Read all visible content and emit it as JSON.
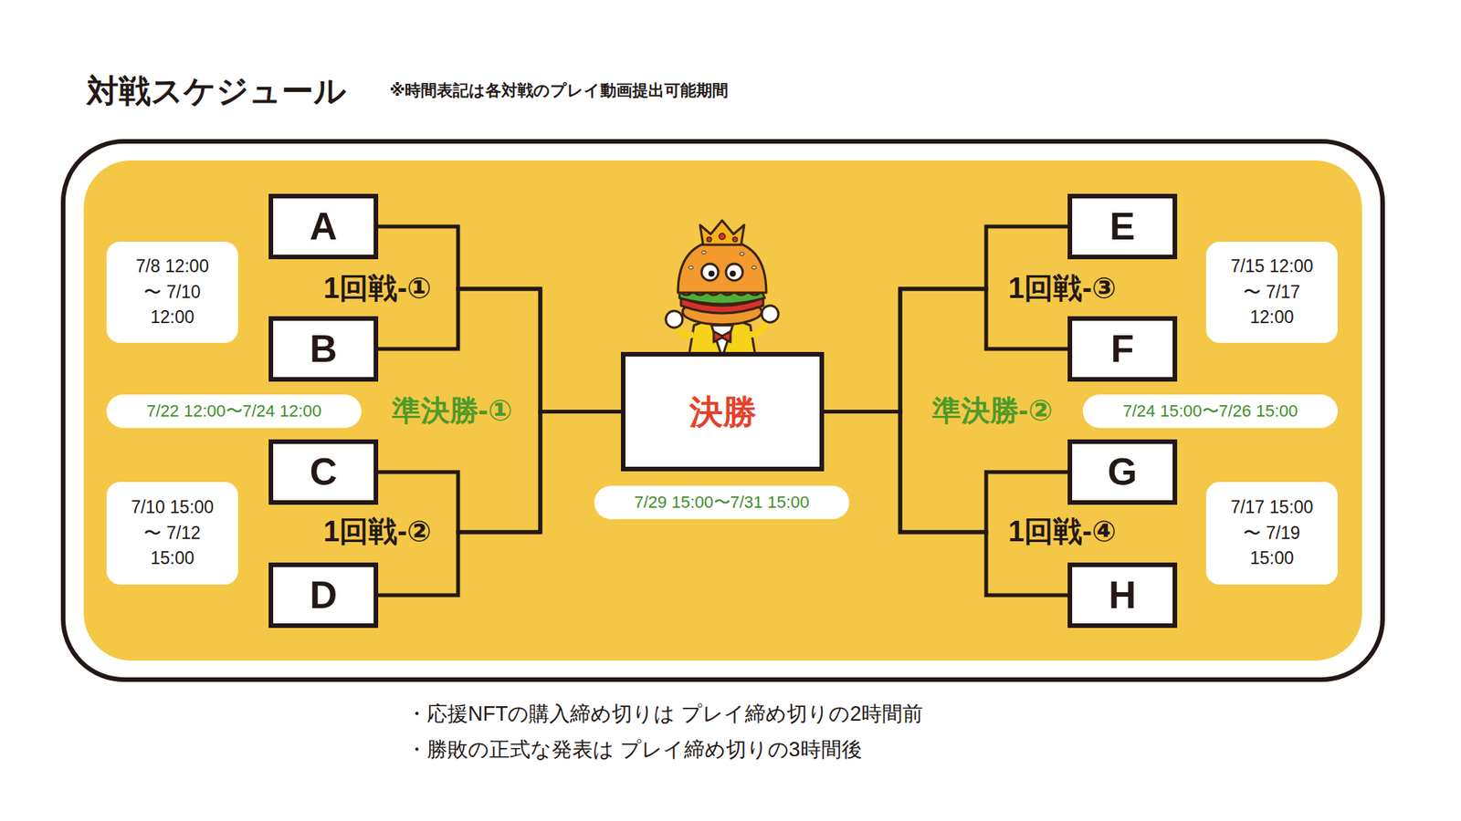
{
  "diagram": {
    "title": "対戦スケジュール",
    "nodes": [
      {
        "text": [
          "A"
        ]
      },
      {
        "text": [
          "B"
        ]
      },
      {
        "text": [
          "C"
        ]
      },
      {
        "text": [
          "D"
        ]
      },
      {
        "text": [
          "E"
        ]
      },
      {
        "text": [
          "F"
        ]
      },
      {
        "text": [
          "G"
        ]
      },
      {
        "text": [
          "H"
        ]
      },
      {
        "text": [
          "決勝"
        ]
      },
      {
        "text": [
          "7/8 12:00 〜 7/10 12:00"
        ]
      },
      {
        "text": [
          "7/10 15:00 〜 7/12 15:00"
        ]
      },
      {
        "text": [
          "7/15 12:00 〜 7/17 12:00"
        ]
      },
      {
        "text": [
          "7/17 15:00 〜 7/19 15:00"
        ]
      },
      {
        "text": [
          "7/22 12:00〜7/24 12:00"
        ]
      },
      {
        "text": [
          "7/24 15:00〜7/26 15:00"
        ]
      },
      {
        "text": [
          "7/29 15:00〜7/31 15:00"
        ]
      }
    ],
    "edges": [
      {
        "from": 0,
        "to": 8,
        "arrow": "none"
      },
      {
        "from": 1,
        "to": 8,
        "arrow": "none"
      },
      {
        "from": 2,
        "to": 8,
        "arrow": "none"
      },
      {
        "from": 3,
        "to": 8,
        "arrow": "none"
      },
      {
        "from": 4,
        "to": 8,
        "arrow": "none"
      },
      {
        "from": 5,
        "to": 8,
        "arrow": "none"
      },
      {
        "from": 6,
        "to": 8,
        "arrow": "none"
      },
      {
        "from": 7,
        "to": 8,
        "arrow": "none"
      }
    ],
    "labels": [
      "※時間表記は各対戦のプレイ動画提出可能期間",
      "1回戦-①",
      "1回戦-③",
      "準決勝-①",
      "準決勝-②",
      "1回戦-②",
      "1回戦-④",
      "・応援NFTの購入締め切りは プレイ締め切りの2時間前",
      "・勝敗の正式な発表は プレイ締め切りの3時間後"
    ]
  }
}
